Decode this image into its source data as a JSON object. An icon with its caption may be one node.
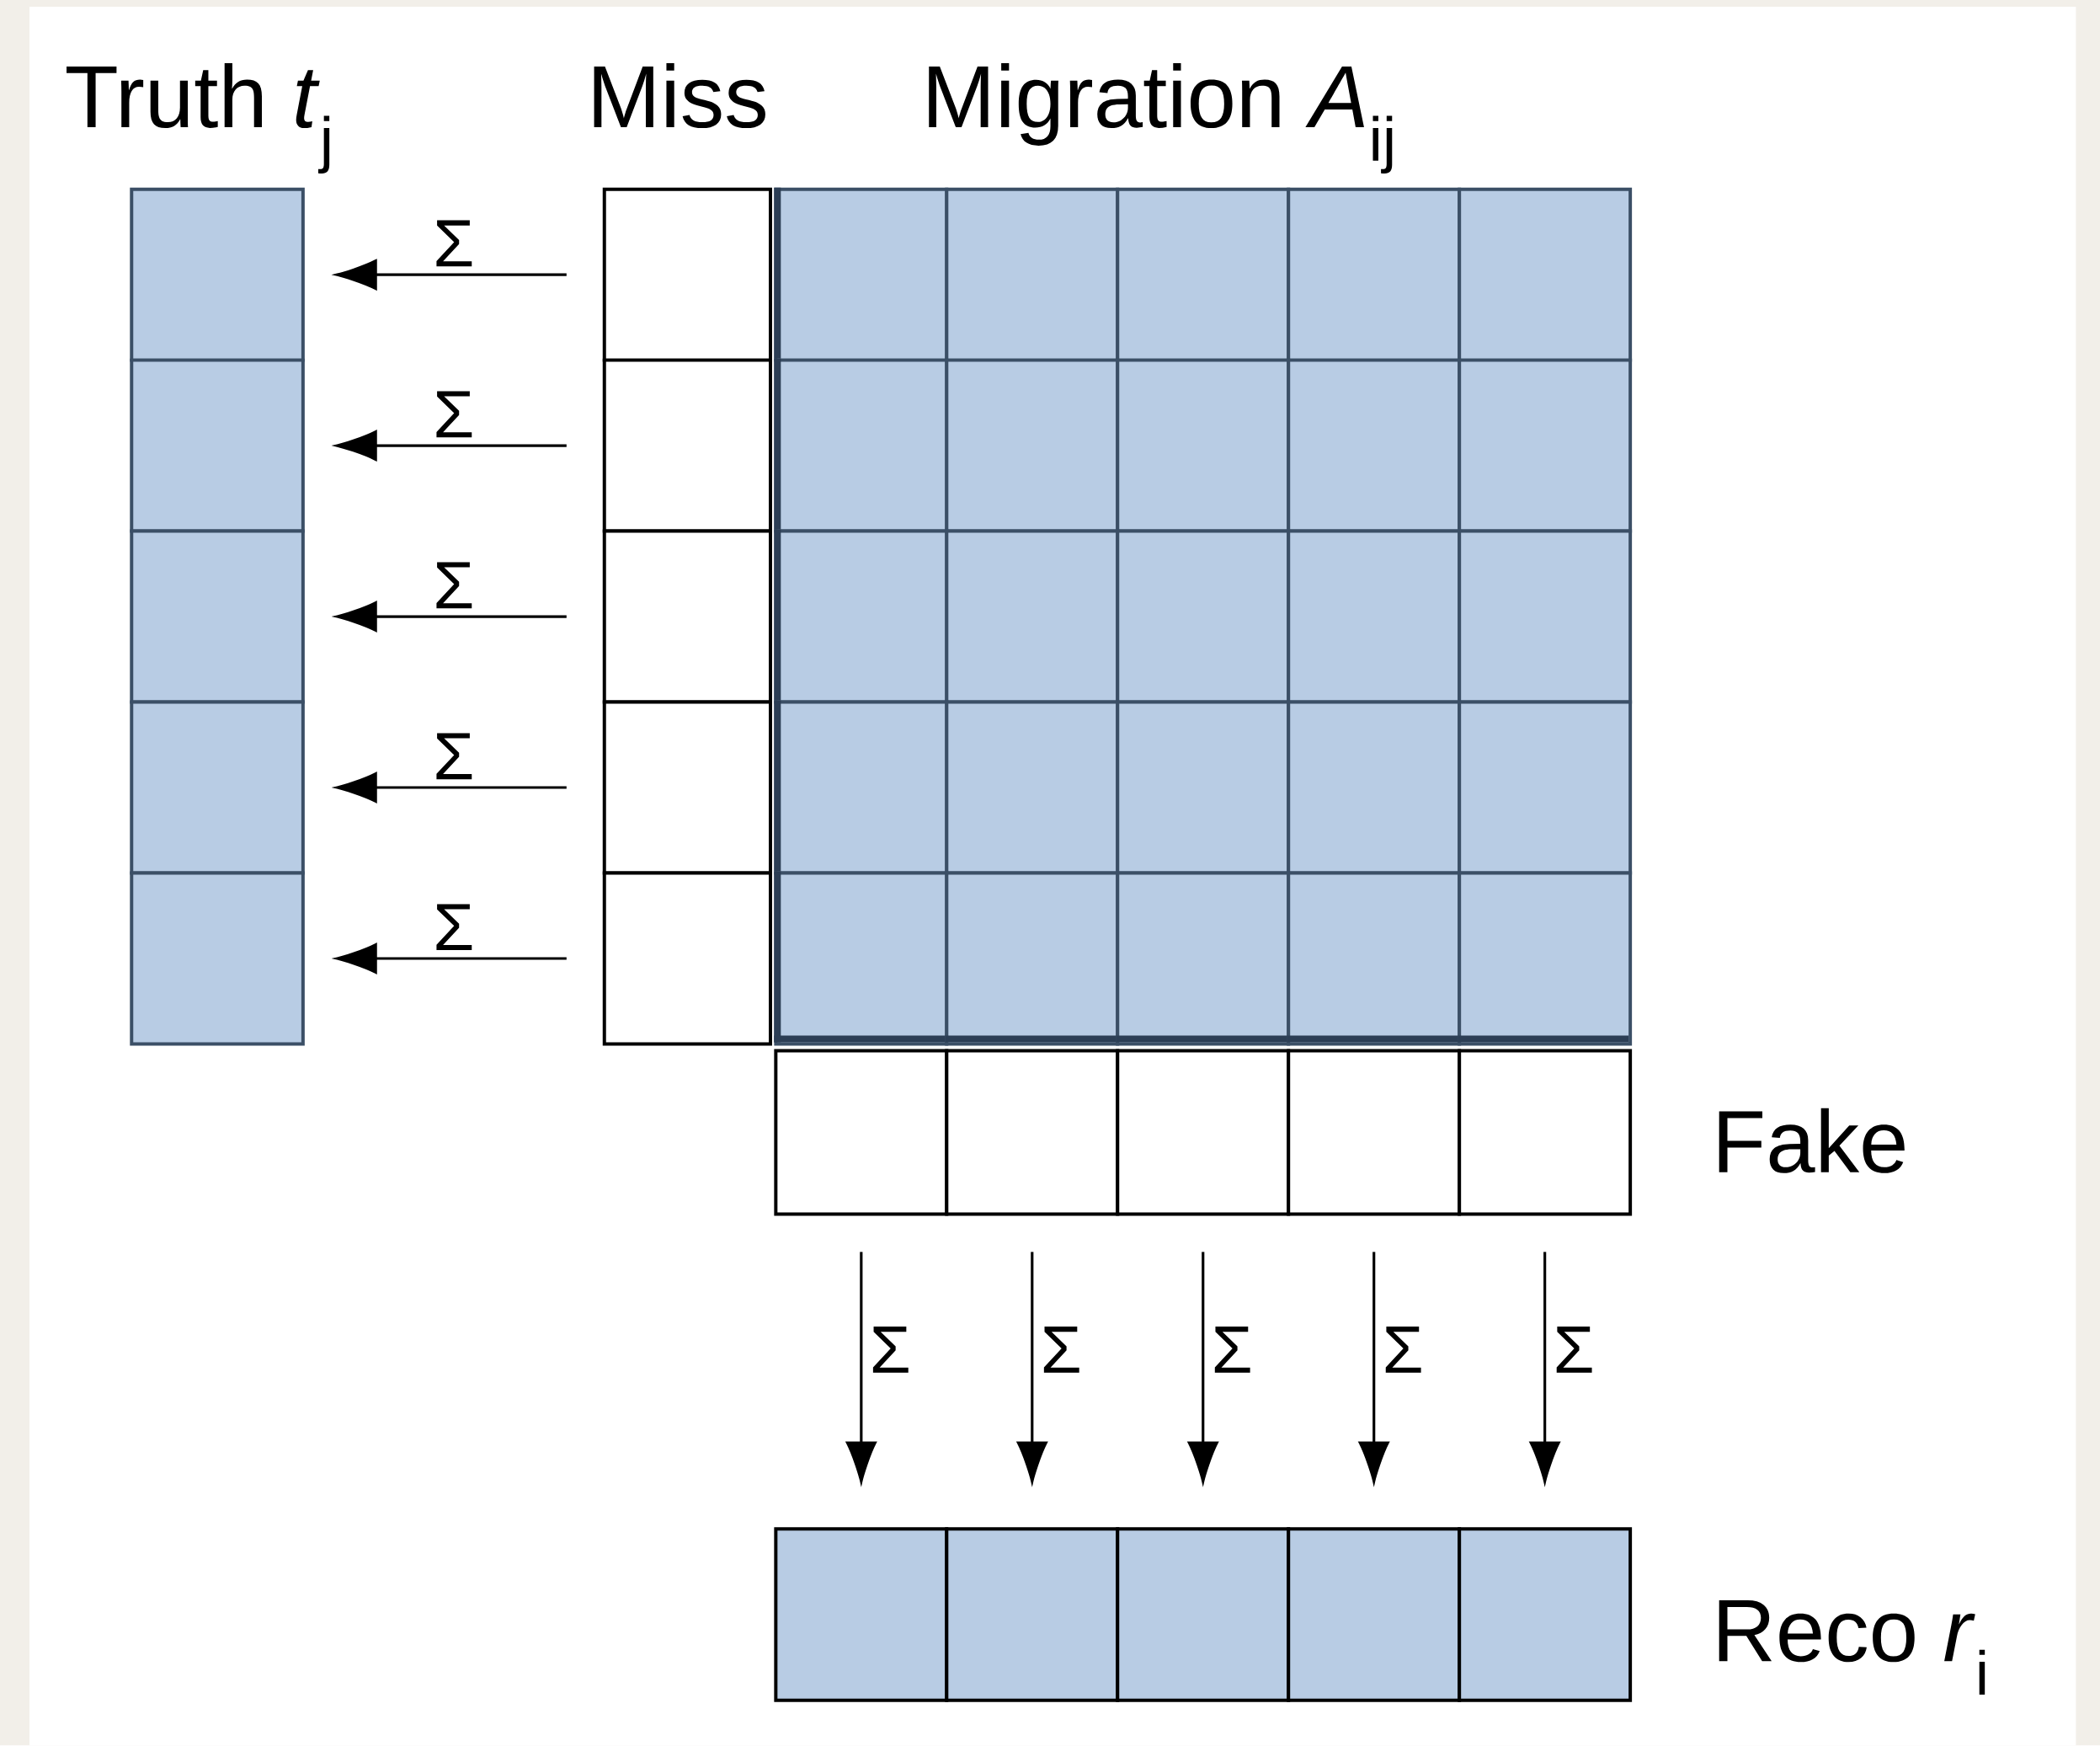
{
  "diagram": {
    "nodes": [
      {
        "text": [],
        "shape": "box"
      },
      {
        "text": [],
        "shape": "box"
      },
      {
        "text": [],
        "shape": "box"
      },
      {
        "text": [],
        "shape": "box"
      },
      {
        "text": [],
        "shape": "box"
      },
      {
        "text": [],
        "shape": "box"
      },
      {
        "text": [],
        "shape": "box"
      },
      {
        "text": [],
        "shape": "box"
      },
      {
        "text": [],
        "shape": "box"
      },
      {
        "text": [],
        "shape": "box"
      },
      {
        "text": [],
        "shape": "box"
      },
      {
        "text": [],
        "shape": "box"
      },
      {
        "text": [],
        "shape": "box"
      },
      {
        "text": [],
        "shape": "box"
      },
      {
        "text": [],
        "shape": "box"
      },
      {
        "text": [],
        "shape": "box"
      },
      {
        "text": [],
        "shape": "box"
      },
      {
        "text": [],
        "shape": "box"
      },
      {
        "text": [],
        "shape": "box"
      },
      {
        "text": [],
        "shape": "box"
      },
      {
        "text": [],
        "shape": "box"
      },
      {
        "text": [],
        "shape": "box"
      },
      {
        "text": [],
        "shape": "box"
      },
      {
        "text": [],
        "shape": "box"
      },
      {
        "text": [],
        "shape": "box"
      },
      {
        "text": [],
        "shape": "box"
      },
      {
        "text": [],
        "shape": "box"
      },
      {
        "text": [],
        "shape": "box"
      },
      {
        "text": [],
        "shape": "box"
      },
      {
        "text": [],
        "shape": "box"
      },
      {
        "text": [],
        "shape": "box"
      },
      {
        "text": [],
        "shape": "box"
      },
      {
        "text": [],
        "shape": "box"
      },
      {
        "text": [],
        "shape": "box"
      },
      {
        "text": [],
        "shape": "box"
      },
      {
        "text": [],
        "shape": "box"
      },
      {
        "text": [],
        "shape": "box"
      },
      {
        "text": [],
        "shape": "box"
      },
      {
        "text": [],
        "shape": "box"
      },
      {
        "text": [],
        "shape": "box"
      },
      {
        "text": [],
        "shape": "box"
      },
      {
        "text": [],
        "shape": "box"
      },
      {
        "text": [],
        "shape": "box"
      },
      {
        "text": [],
        "shape": "box"
      },
      {
        "text": [],
        "shape": "box"
      }
    ],
    "edges": [
      {
        "from": 5,
        "to": 0,
        "arrow": "to",
        "label": "Σ"
      },
      {
        "from": 6,
        "to": 1,
        "arrow": "to",
        "label": "Σ"
      },
      {
        "from": 7,
        "to": 2,
        "arrow": "to",
        "label": "Σ"
      },
      {
        "from": 8,
        "to": 3,
        "arrow": "to",
        "label": "Σ"
      },
      {
        "from": 9,
        "to": 4,
        "arrow": "to",
        "label": "Σ"
      },
      {
        "from": 35,
        "to": 40,
        "arrow": "to",
        "label": "Σ"
      },
      {
        "from": 36,
        "to": 41,
        "arrow": "to",
        "label": "Σ"
      },
      {
        "from": 37,
        "to": 42,
        "arrow": "to",
        "label": "Σ"
      },
      {
        "from": 38,
        "to": 43,
        "arrow": "to",
        "label": "Σ"
      },
      {
        "from": 39,
        "to": 44,
        "arrow": "to",
        "label": "Σ"
      }
    ],
    "labels": [
      "Truth *t*$_{j}$",
      "Miss",
      "Migration *A*$_{ij}$",
      "Fake",
      "Reco *r*$_{i}$"
    ]
  }
}
